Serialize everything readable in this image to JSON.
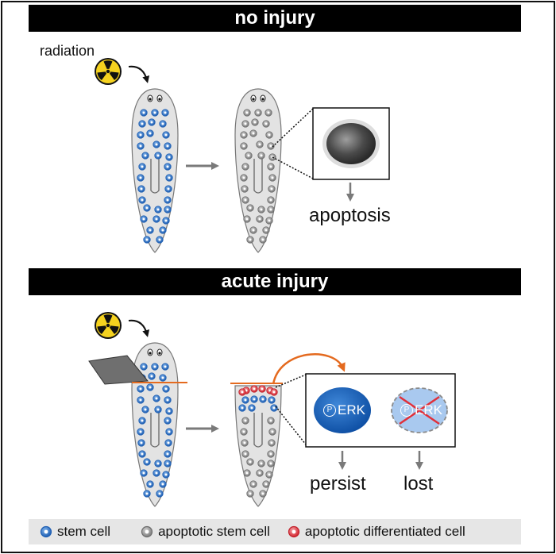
{
  "sections": {
    "top": {
      "title": "no injury"
    },
    "bottom": {
      "title": "acute injury"
    }
  },
  "labels": {
    "radiation": "radiation",
    "apoptosis": "apoptosis",
    "persist": "persist",
    "lost": "lost",
    "perk_active": "ERK",
    "perk_lost": "ERK",
    "phospho_symbol": "P"
  },
  "legend": [
    {
      "label": "stem cell",
      "color": "#2f6fbf"
    },
    {
      "label": "apoptotic stem cell",
      "color": "#9a9a9a"
    },
    {
      "label": "apoptotic differentiated cell",
      "color": "#e0303a"
    }
  ],
  "colors": {
    "stem_cell": "#2f6fbf",
    "apoptotic_stem_cell": "#9a9a9a",
    "apoptotic_differentiated_cell": "#e0303a",
    "arrow_orange": "#e46a1f",
    "arrow_gray": "#7a7a7a",
    "worm_fill": "#e3e3e3",
    "radiation_yellow": "#f5d21f"
  },
  "icons": [
    "radiation-icon",
    "blade-icon"
  ]
}
